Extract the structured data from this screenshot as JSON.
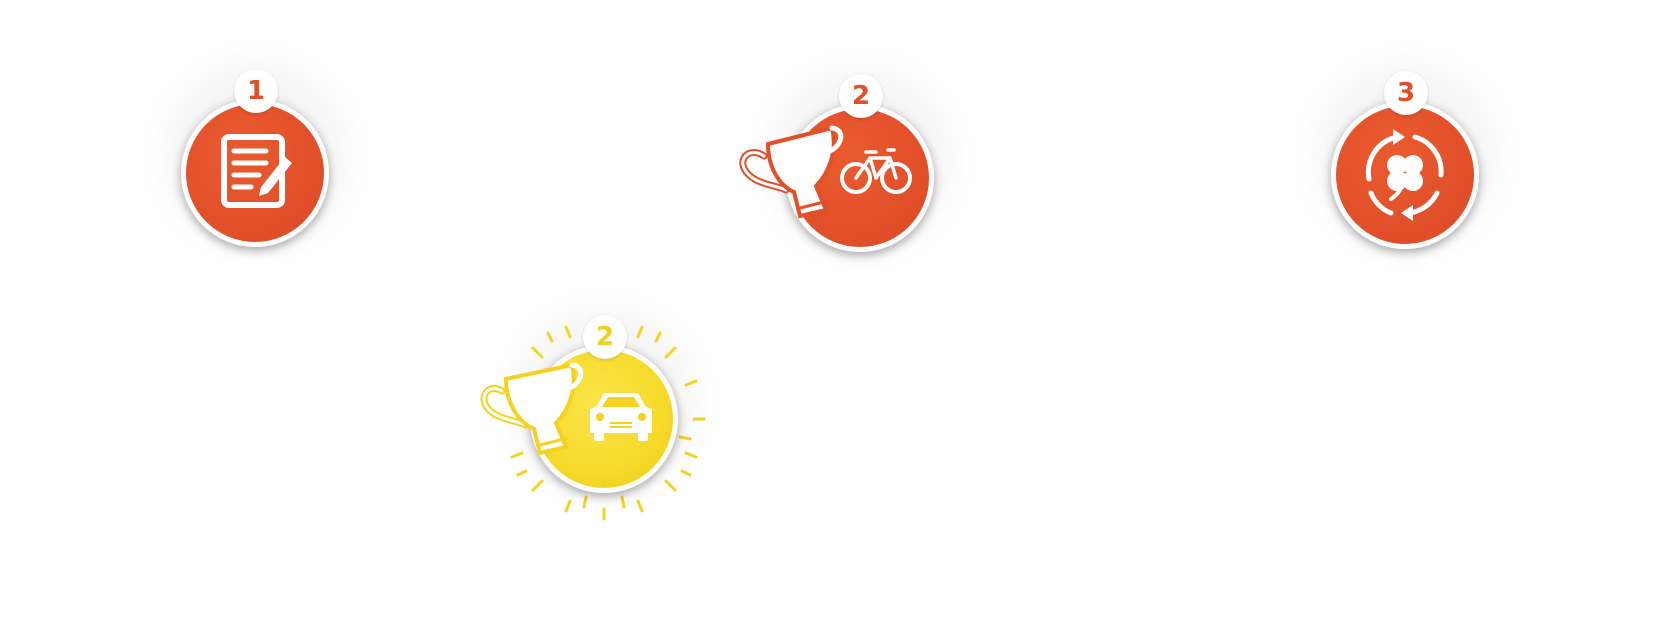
{
  "steps": [
    {
      "number": "1",
      "icon": "document-pencil-icon",
      "color": "#e2502a"
    },
    {
      "number": "2",
      "icon": "trophy-bicycle-icon",
      "color": "#e2502a"
    },
    {
      "number": "3",
      "icon": "clover-cycle-icon",
      "color": "#e2502a"
    },
    {
      "number": "2",
      "icon": "trophy-car-icon",
      "color": "#f6d92a"
    }
  ]
}
